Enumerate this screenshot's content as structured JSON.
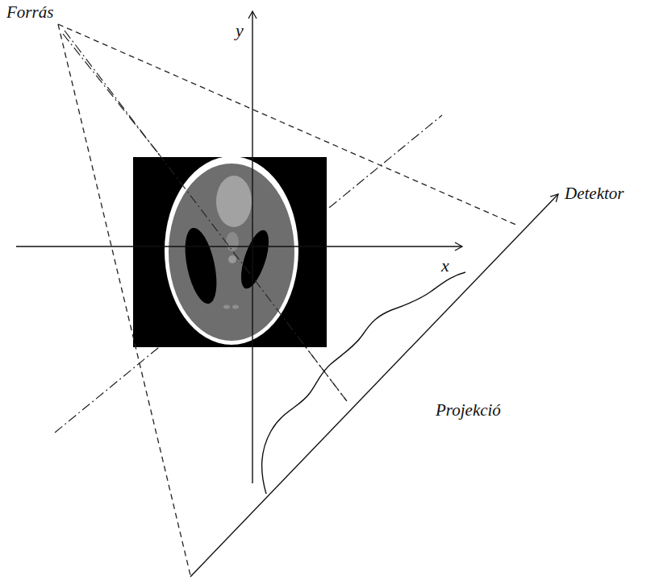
{
  "diagram": {
    "labels": [
      "Forrás",
      "y",
      "x",
      "Detektor",
      "Projekció"
    ]
  }
}
